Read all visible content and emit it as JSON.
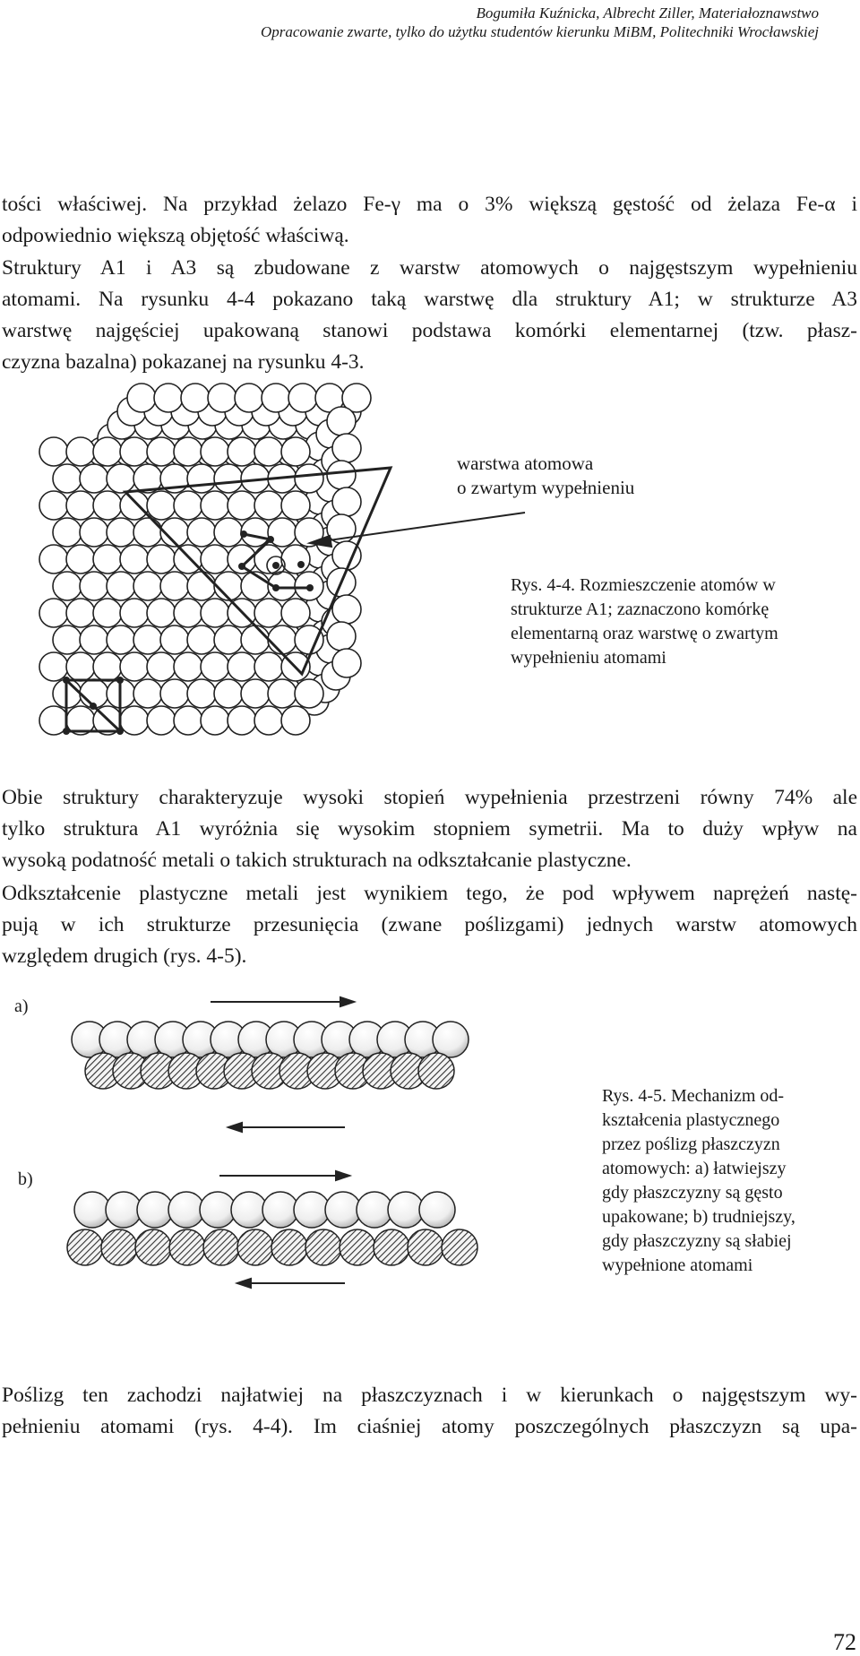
{
  "header": {
    "line1": "Bogumiła Kuźnicka, Albrecht Ziller, Materiałoznawstwo",
    "line2": "Opracowanie zwarte, tylko do użytku studentów kierunku MiBM, Politechniki Wrocławskiej"
  },
  "para1": [
    "tości właściwej. Na przykład żelazo Fe-γ ma o 3% większą gęstość od żelaza Fe-α i",
    "odpowiednio większą objętość właściwą."
  ],
  "para2": [
    "Struktury A1 i A3 są zbudowane z warstw atomowych o najgęstszym wypełnieniu",
    "atomami. Na rysunku 4-4 pokazano taką warstwę dla struktury A1; w strukturze A3",
    "warstwę najgęściej upakowaną stanowi podstawa komórki elementarnej (tzw. płasz-",
    "czyzna bazalna) pokazanej na rysunku 4-3."
  ],
  "figure44": {
    "callout1": "warstwa atomowa",
    "callout2": "o zwartym wypełnieniu",
    "caption": [
      "Rys. 4-4. Rozmieszczenie atomów w",
      "strukturze A1; zaznaczono komórkę",
      "elementarną oraz warstwę o zwartym",
      "wypełnieniu atomami"
    ]
  },
  "para3": [
    "Obie struktury charakteryzuje wysoki stopień wypełnienia przestrzeni równy 74% ale",
    "tylko struktura A1 wyróżnia się wysokim stopniem symetrii. Ma to duży wpływ na",
    "wysoką podatność metali o takich strukturach na odkształcanie plastyczne."
  ],
  "para4": [
    "Odkształcenie plastyczne metali jest wynikiem tego, że pod wpływem naprężeń nastę-",
    "pują w ich strukturze przesunięcia (zwane poślizgami) jednych warstw atomowych",
    "względem drugich (rys. 4-5)."
  ],
  "figure45": {
    "label_a": "a)",
    "label_b": "b)",
    "caption": [
      "Rys. 4-5. Mechanizm od-",
      "kształcenia plastycznego",
      "przez poślizg płaszczyzn",
      "atomowych: a) łatwiejszy",
      "gdy płaszczyzny są gęsto",
      "upakowane; b) trudniejszy,",
      "gdy płaszczyzny są słabiej",
      "wypełnione atomami"
    ]
  },
  "para5": [
    "Poślizg ten zachodzi najłatwiej na płaszczyznach i w kierunkach o najgęstszym wy-",
    "pełnieniu atomami (rys. 4-4). Im ciaśniej atomy poszczególnych płaszczyzn są upa-"
  ],
  "page_number": "72"
}
